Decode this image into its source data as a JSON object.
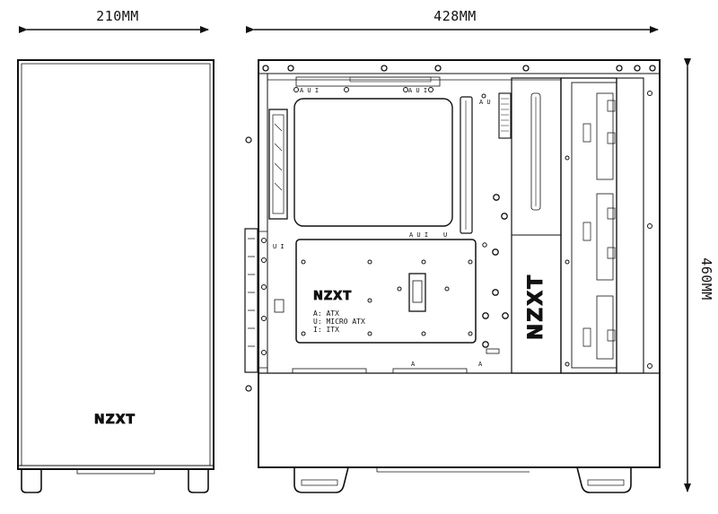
{
  "dimensions": {
    "depth_label": "210MM",
    "length_label": "428MM",
    "height_label": "460MM"
  },
  "front_view": {
    "brand": "NZXT"
  },
  "side_view": {
    "brand_plate": "NZXT",
    "brand_vertical": "NZXT",
    "legend": [
      "A: ATX",
      "U: MICRO ATX",
      "I: ITX"
    ],
    "marks_top": "A U I",
    "marks_mid": "A U I",
    "mark_au": "A U",
    "mark_u": "U",
    "mark_ui": "U I",
    "mark_a": "A"
  }
}
